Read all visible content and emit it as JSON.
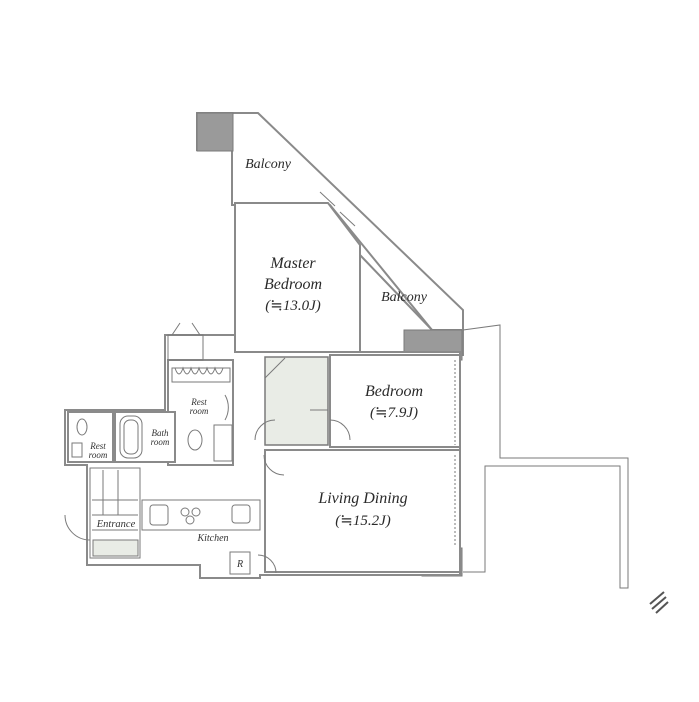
{
  "rooms": {
    "balcony_top": "Balcony",
    "balcony_right": "Balcony",
    "master_bedroom_line1": "Master",
    "master_bedroom_line2": "Bedroom",
    "master_bedroom_size": "(≒13.0J)",
    "bedroom": "Bedroom",
    "bedroom_size": "(≒7.9J)",
    "living_dining": "Living Dining",
    "living_dining_size": "(≒15.2J)",
    "rest_room_upper_1": "Rest",
    "rest_room_upper_2": "room",
    "bath_room_1": "Bath",
    "bath_room_2": "room",
    "rest_room_lower_1": "Rest",
    "rest_room_lower_2": "room",
    "entrance": "Entrance",
    "kitchen": "Kitchen",
    "refrigerator": "R"
  },
  "colors": {
    "background": "#ffffff",
    "wall_stroke": "#8a8a8a",
    "thick_wall": "#9a9a9a",
    "closet_fill": "#e9ece6",
    "text": "#2a2a2a"
  },
  "icons": {
    "north_arrow": "north-arrow-icon"
  }
}
